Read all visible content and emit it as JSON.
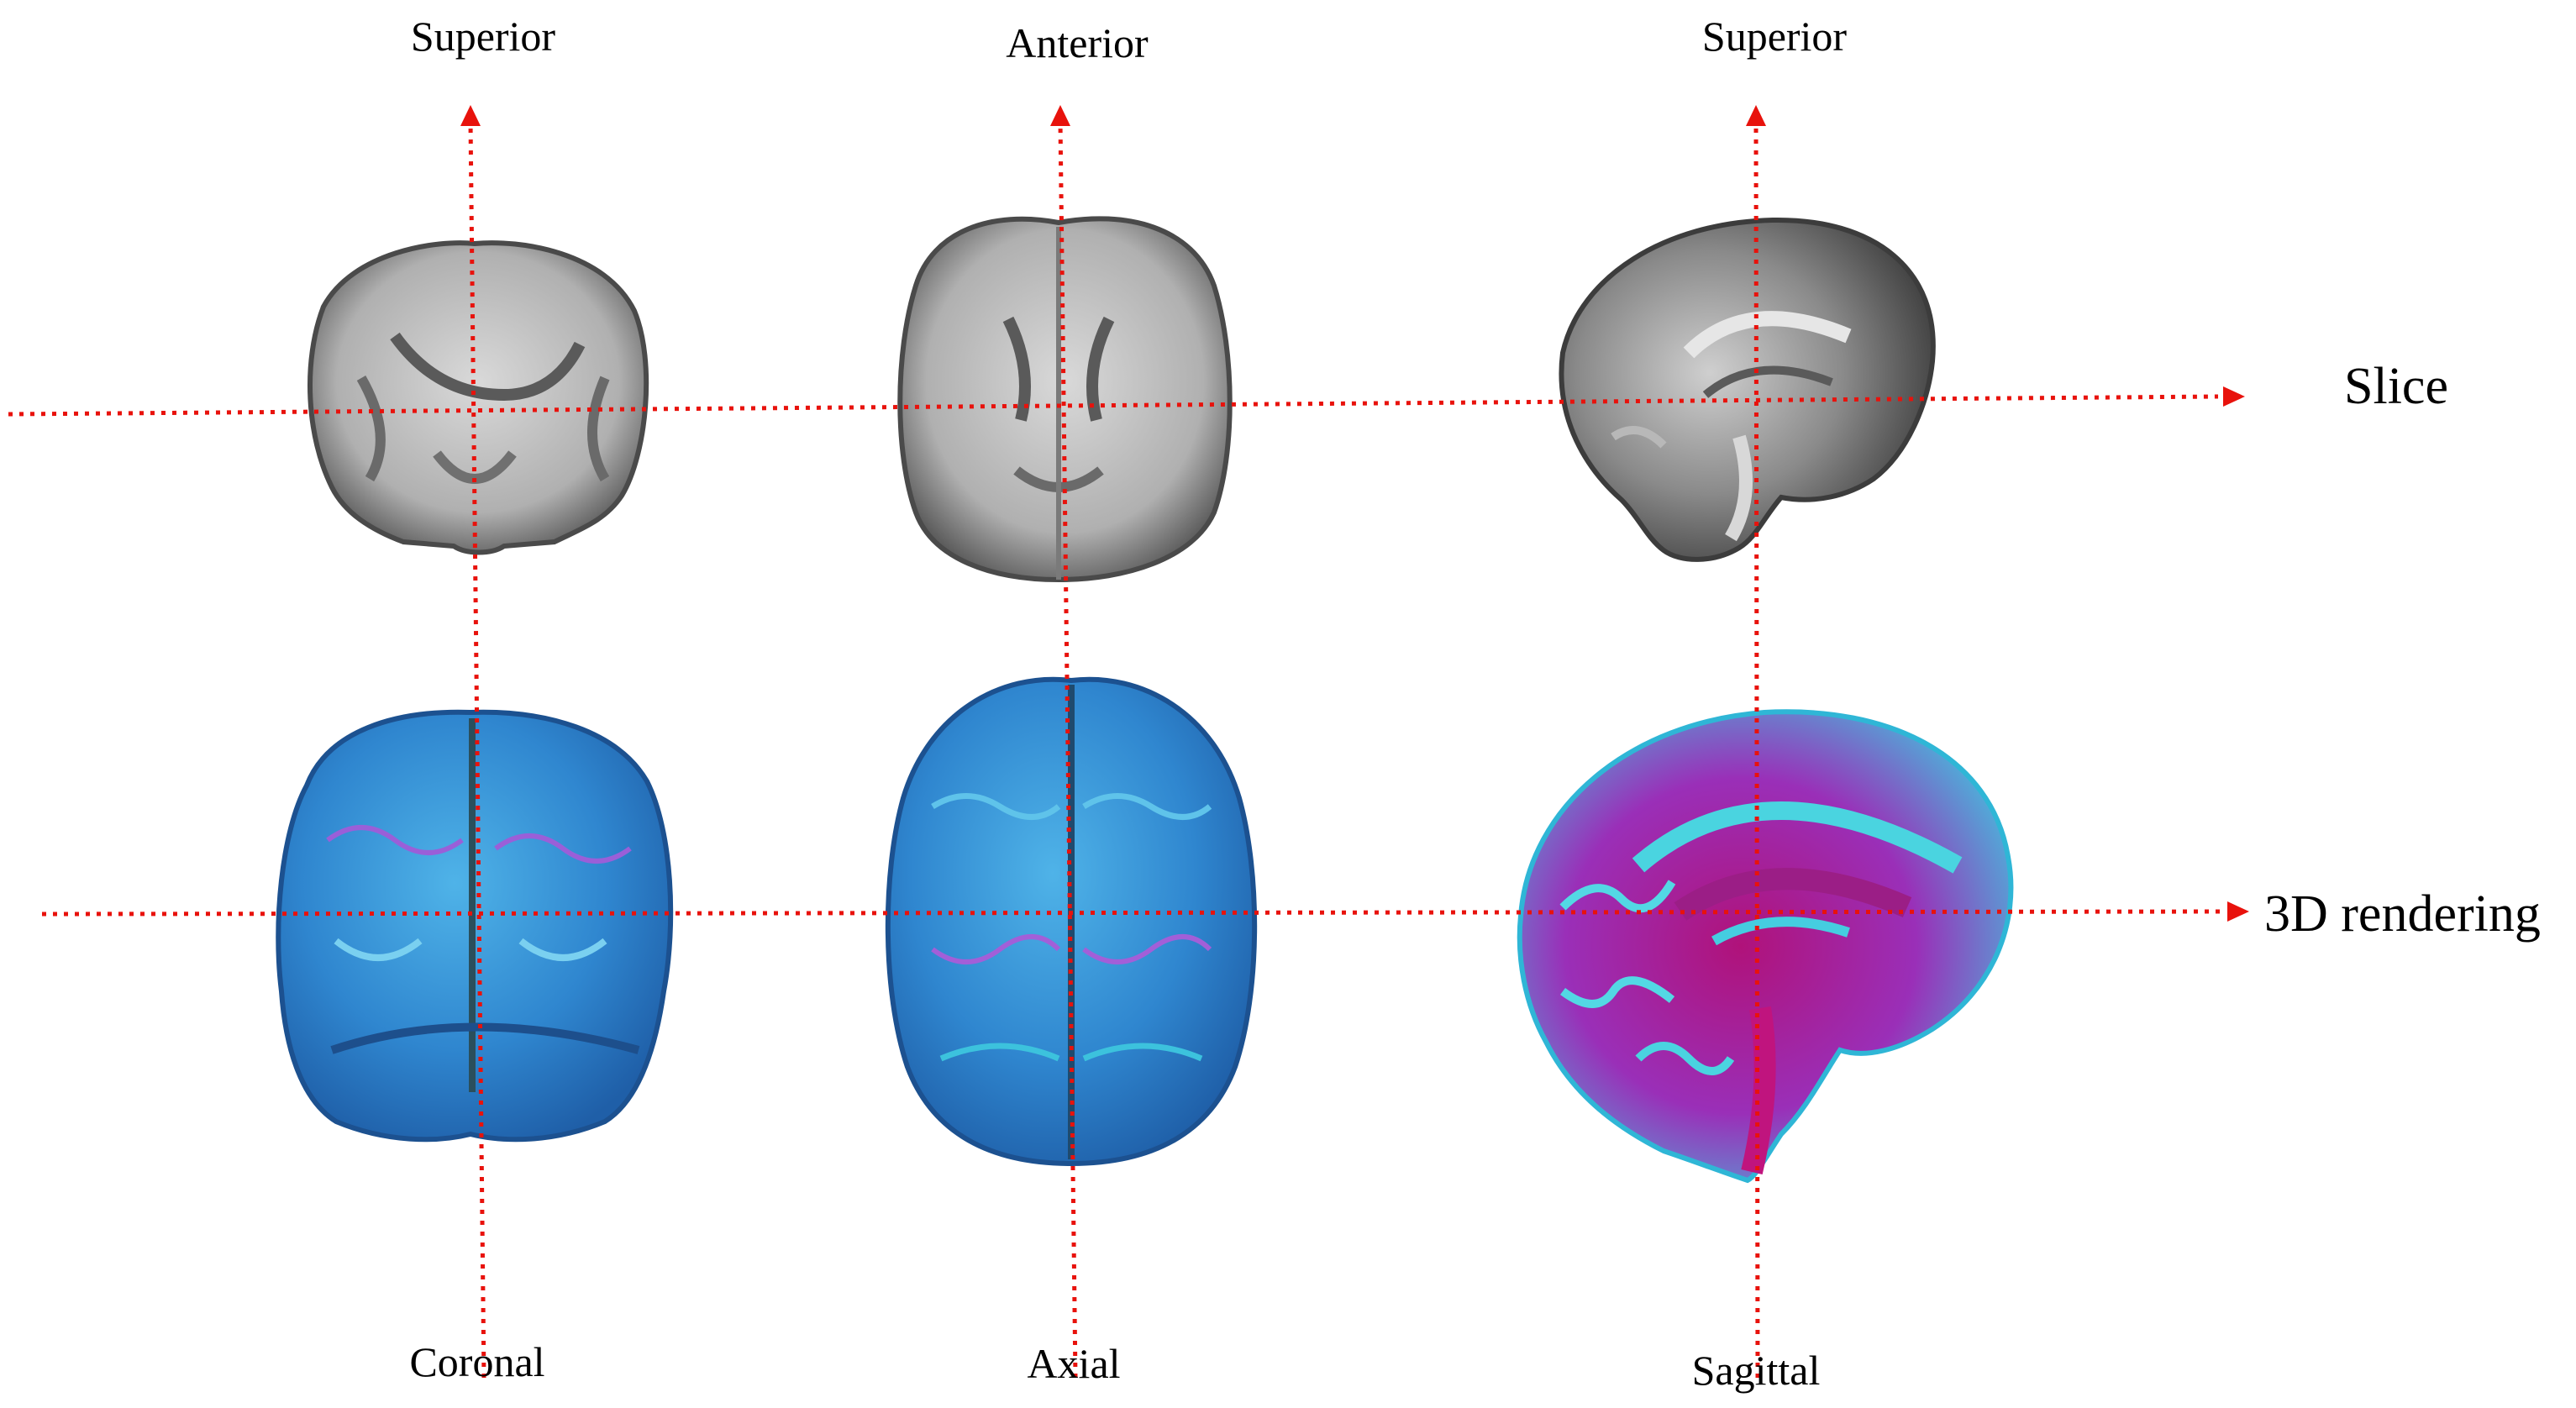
{
  "columns": [
    {
      "top_label": "Superior",
      "bottom_label": "Coronal"
    },
    {
      "top_label": "Anterior",
      "bottom_label": "Axial"
    },
    {
      "top_label": "Superior",
      "bottom_label": "Sagittal"
    }
  ],
  "rows": [
    {
      "label": "Slice"
    },
    {
      "label": "3D rendering"
    }
  ],
  "colors": {
    "axis": "#e8120c",
    "slice_gray": "#9a9a9a",
    "render_blue": "#3a8fd6",
    "render_magenta": "#c2187a",
    "render_cyan": "#35d2d8"
  }
}
